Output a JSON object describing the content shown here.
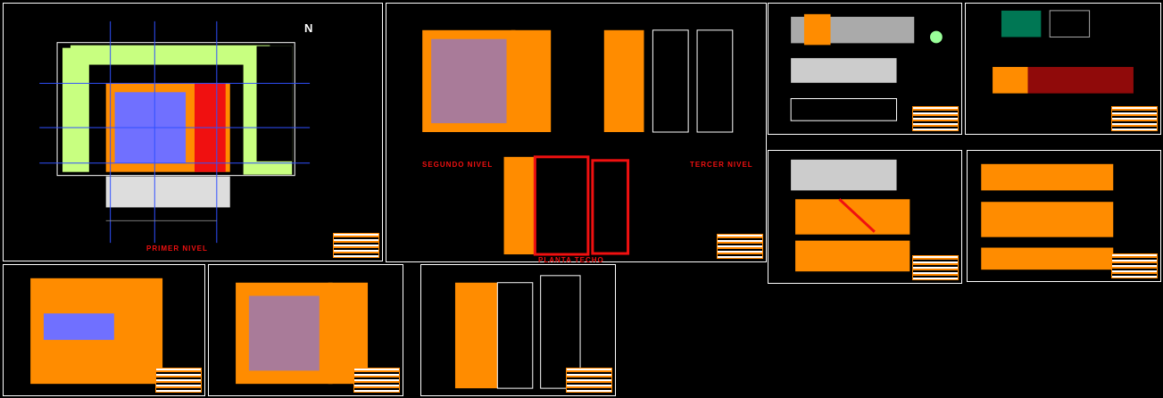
{
  "sheets": [
    {
      "id": "primer-nivel",
      "label": "PRIMER NIVEL"
    },
    {
      "id": "segundo-tercer",
      "labels": [
        "SEGUNDO NIVEL",
        "TERCER NIVEL",
        "PLANTA TECHO"
      ]
    },
    {
      "id": "elevaciones-1"
    },
    {
      "id": "cuadros"
    },
    {
      "id": "cortes-1"
    },
    {
      "id": "cortes-2"
    },
    {
      "id": "plano-7"
    },
    {
      "id": "plano-8"
    },
    {
      "id": "plano-9"
    }
  ],
  "north_label": "N",
  "colors": {
    "wall": "#ff8c00",
    "line": "#f01010",
    "grid": "#3050ff",
    "green": "#c8ff80"
  }
}
